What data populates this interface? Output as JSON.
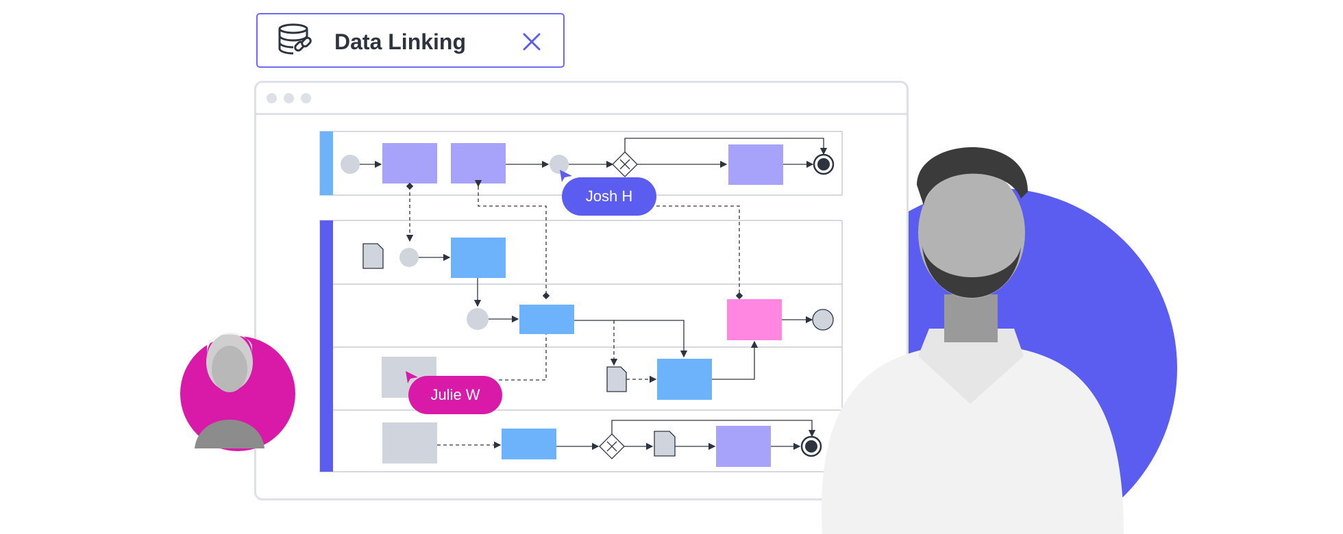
{
  "panel": {
    "title": "Data Linking",
    "icon": "database-link-icon",
    "close_icon": "close-icon"
  },
  "collaborators": [
    {
      "name": "Josh H",
      "color": "#5b5cf0"
    },
    {
      "name": "Julie W",
      "color": "#d91aa9"
    }
  ],
  "colors": {
    "accent": "#5b5cf0",
    "magenta": "#d91aa9",
    "lane_blue": "#6cb3fb",
    "purple_task": "#a7a3fb",
    "pink_task": "#ff86e1",
    "gray_task": "#d0d5dd"
  }
}
